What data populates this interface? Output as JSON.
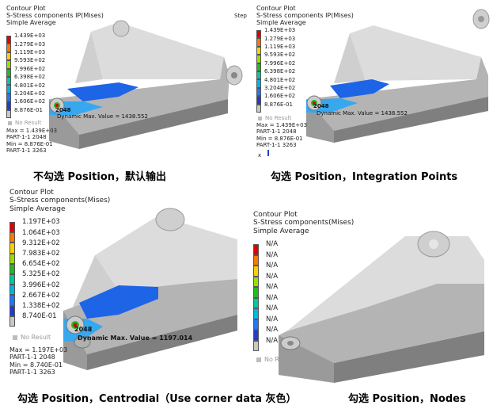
{
  "panels": {
    "p1": {
      "header": [
        "Contour Plot",
        "S-Stress components IP(Mises)",
        "Simple Average"
      ],
      "legend": [
        {
          "label": "1.439E+03",
          "color": "#e00000"
        },
        {
          "label": "1.279E+03",
          "color": "#ff7700"
        },
        {
          "label": "1.119E+03",
          "color": "#ffd000"
        },
        {
          "label": "9.593E+02",
          "color": "#99dd00"
        },
        {
          "label": "7.996E+02",
          "color": "#22bb22"
        },
        {
          "label": "6.398E+02",
          "color": "#00c8a0"
        },
        {
          "label": "4.801E+02",
          "color": "#00b4e6"
        },
        {
          "label": "3.204E+02",
          "color": "#1e78ff"
        },
        {
          "label": "1.606E+02",
          "color": "#1e3cd2"
        },
        {
          "label": "8.876E-01",
          "color": "#c8c8c8"
        }
      ],
      "no_result": "No Result",
      "info": [
        "Max = 1.439E+03",
        "PART-1-1 2048",
        "Min = 8.876E-01",
        "PART-1-1 3263"
      ],
      "dynamic": "Dynamic Max. Value = 1438.552",
      "node": "2048",
      "cut_text": "Step"
    },
    "p2": {
      "header": [
        "Contour Plot",
        "S-Stress components IP(Mises)",
        "Simple Average"
      ],
      "legend": [
        {
          "label": "1.439E+03",
          "color": "#e00000"
        },
        {
          "label": "1.279E+03",
          "color": "#ff7700"
        },
        {
          "label": "1.119E+03",
          "color": "#ffd000"
        },
        {
          "label": "9.593E+02",
          "color": "#99dd00"
        },
        {
          "label": "7.996E+02",
          "color": "#22bb22"
        },
        {
          "label": "6.398E+02",
          "color": "#00c8a0"
        },
        {
          "label": "4.801E+02",
          "color": "#00b4e6"
        },
        {
          "label": "3.204E+02",
          "color": "#1e78ff"
        },
        {
          "label": "1.606E+02",
          "color": "#1e3cd2"
        },
        {
          "label": "8.876E-01",
          "color": "#c8c8c8"
        }
      ],
      "no_result": "No Result",
      "info": [
        "Max = 1.439E+03",
        "PART-1-1 2048",
        "Min = 8.876E-01",
        "PART-1-1 3263"
      ],
      "dynamic": "Dynamic Max. Value = 1438.552",
      "node": "2048",
      "axis_letter": "x"
    },
    "p3": {
      "header": [
        "Contour Plot",
        "S-Stress components(Mises)",
        "Simple Average"
      ],
      "legend": [
        {
          "label": "1.197E+03",
          "color": "#e00000"
        },
        {
          "label": "1.064E+03",
          "color": "#ff7700"
        },
        {
          "label": "9.312E+02",
          "color": "#ffd000"
        },
        {
          "label": "7.983E+02",
          "color": "#99dd00"
        },
        {
          "label": "6.654E+02",
          "color": "#22bb22"
        },
        {
          "label": "5.325E+02",
          "color": "#00c8a0"
        },
        {
          "label": "3.996E+02",
          "color": "#00b4e6"
        },
        {
          "label": "2.667E+02",
          "color": "#1e78ff"
        },
        {
          "label": "1.338E+02",
          "color": "#1e3cd2"
        },
        {
          "label": "8.740E-01",
          "color": "#c8c8c8"
        }
      ],
      "no_result": "No Result",
      "info": [
        "Max = 1.197E+03",
        "PART-1-1 2048",
        "Min = 8.740E-01",
        "PART-1-1 3263"
      ],
      "dynamic": "Dynamic Max. Value = 1197.014",
      "node": "2048"
    },
    "p4": {
      "header": [
        "Contour Plot",
        "S-Stress components(Mises)",
        "Simple Average"
      ],
      "legend": [
        {
          "label": "N/A",
          "color": "#e00000"
        },
        {
          "label": "N/A",
          "color": "#ff7700"
        },
        {
          "label": "N/A",
          "color": "#ffd000"
        },
        {
          "label": "N/A",
          "color": "#99dd00"
        },
        {
          "label": "N/A",
          "color": "#22bb22"
        },
        {
          "label": "N/A",
          "color": "#00c8a0"
        },
        {
          "label": "N/A",
          "color": "#00b4e6"
        },
        {
          "label": "N/A",
          "color": "#1e78ff"
        },
        {
          "label": "N/A",
          "color": "#1e3cd2"
        },
        {
          "label": "N/A",
          "color": "#c8c8c8"
        }
      ],
      "no_result": "No Result"
    }
  },
  "captions": {
    "c1": "不勾选 Position，默认输出",
    "c2": "勾选 Position，Integration Points",
    "c3": "勾选 Position，Centrodial（Use corner data 灰色）",
    "c4": "勾选 Position，Nodes"
  },
  "colors": {
    "model_light": "#dcdcdc",
    "model_mid": "#b4b4b4",
    "model_dark": "#7a7a7a",
    "stress_blue": "#1e64e6",
    "stress_light": "#35a8f0"
  }
}
